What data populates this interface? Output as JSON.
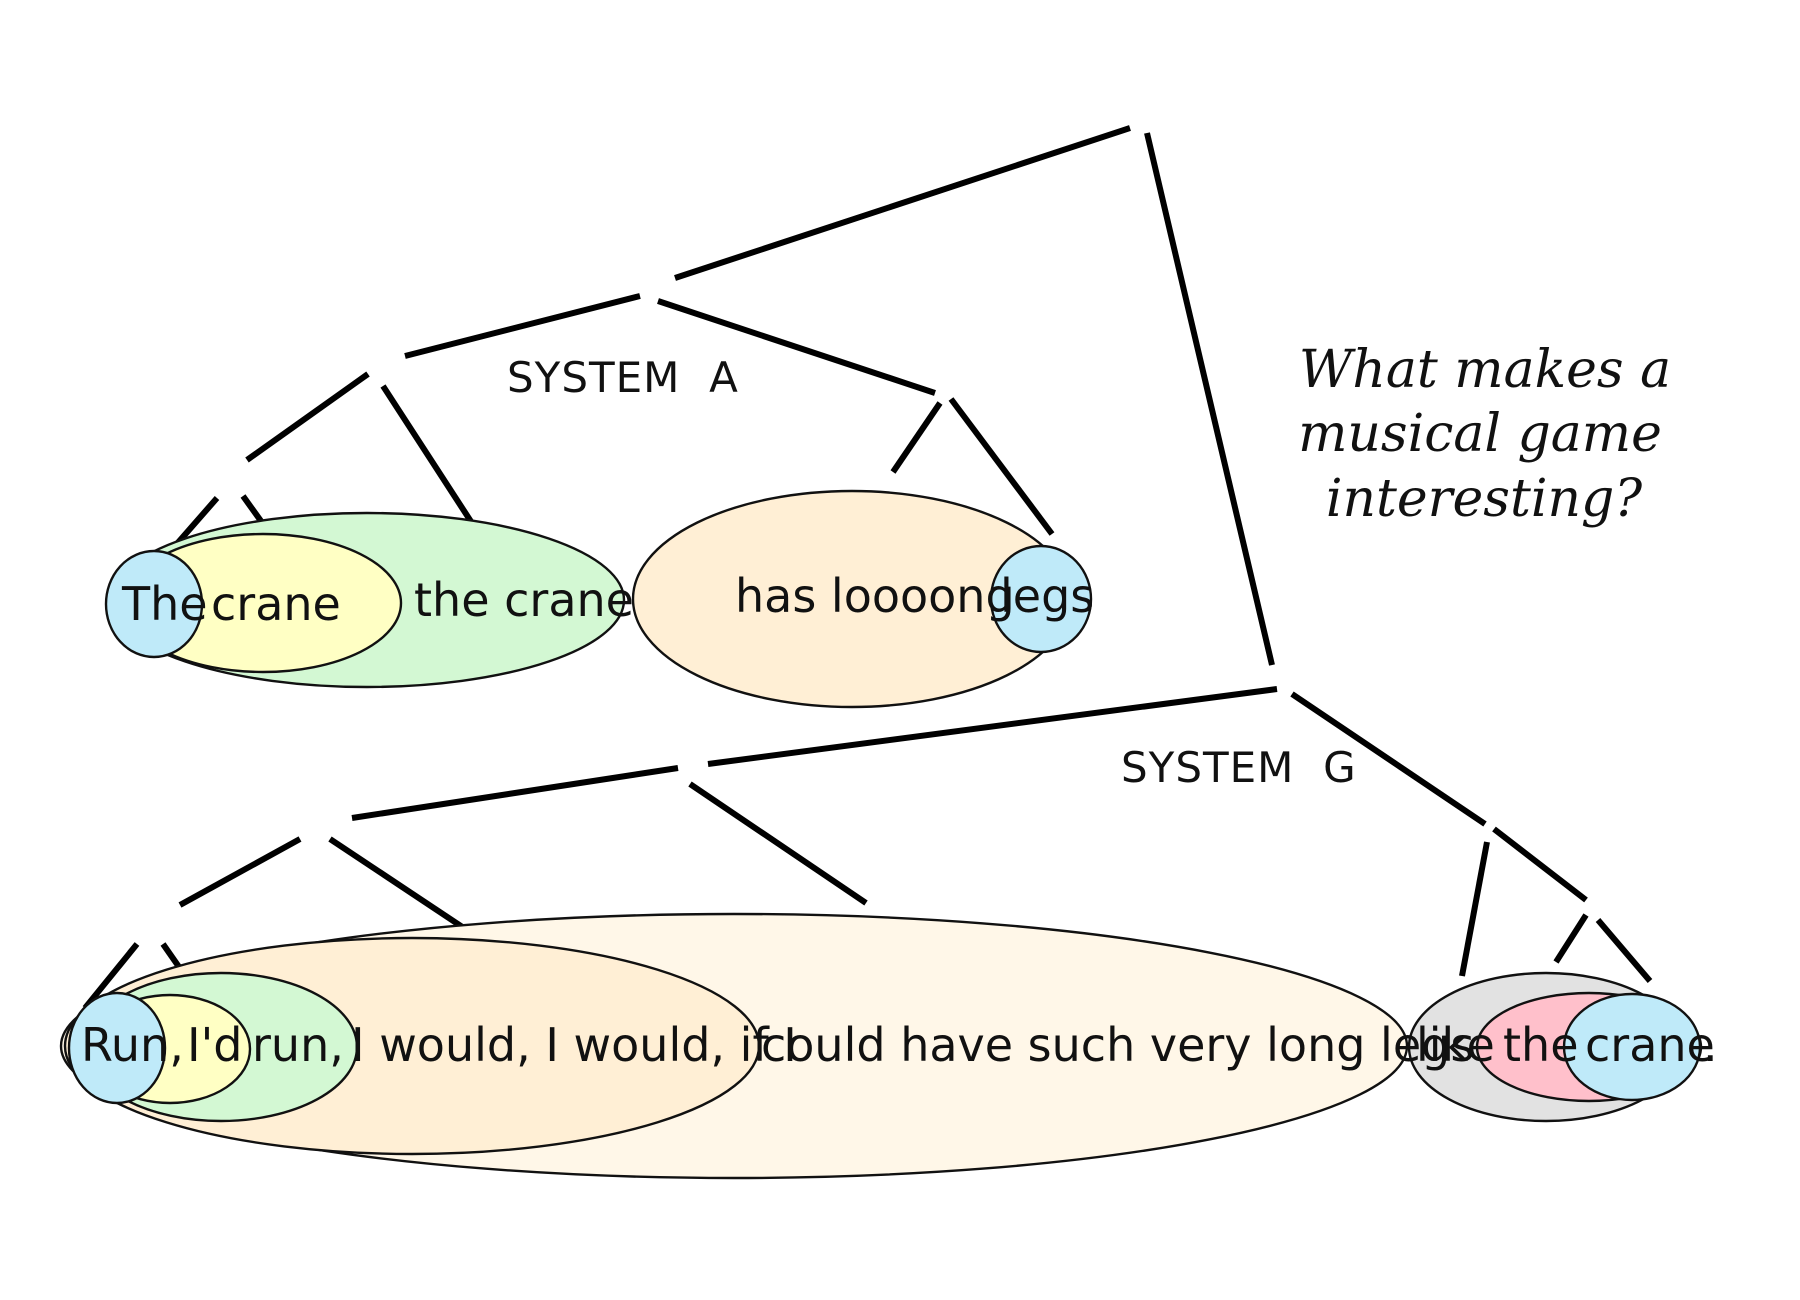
{
  "question": {
    "lines": [
      "What makes a",
      "musical game",
      "interesting?"
    ]
  },
  "system_a": {
    "label": "SYSTEM  A",
    "words": [
      "The",
      "crane",
      "the crane",
      "has loooong",
      "legs"
    ]
  },
  "system_g": {
    "label": "SYSTEM  G",
    "words": [
      "Run,",
      "I'd",
      "run,",
      "I would, I would, if I",
      "could have such very long legs",
      "like",
      "the",
      "crane",
      "."
    ]
  },
  "colors": {
    "blue": "#bfeaf9",
    "yellow": "#ffffc4",
    "green": "#d3f8d3",
    "orange": "#ffefd5",
    "cream": "#fff7e8",
    "grey": "#e2e2e2",
    "pink": "#ffc0cb"
  }
}
